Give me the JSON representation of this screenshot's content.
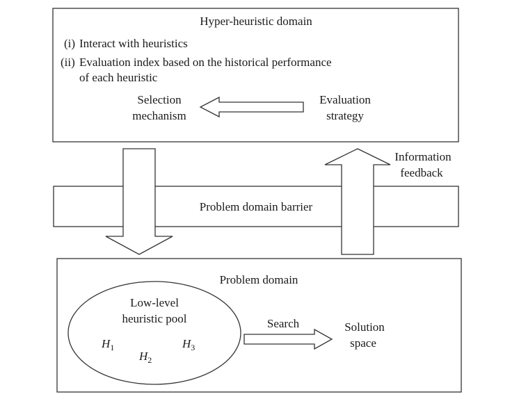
{
  "hyper_domain": {
    "title": "Hyper-heuristic domain",
    "item_1_marker": "(i)",
    "item_1_text": "Interact with heuristics",
    "item_2_marker": "(ii)",
    "item_2_text_line1": "Evaluation index based on the historical performance",
    "item_2_text_line2": "of each heuristic",
    "selection_line1": "Selection",
    "selection_line2": "mechanism",
    "evaluation_line1": "Evaluation",
    "evaluation_line2": "strategy"
  },
  "barrier": {
    "label": "Problem domain barrier"
  },
  "feedback": {
    "line1": "Information",
    "line2": "feedback"
  },
  "problem_domain": {
    "title": "Problem domain",
    "pool_line1": "Low-level",
    "pool_line2": "heuristic pool",
    "h1": "H",
    "h1_sub": "1",
    "h2": "H",
    "h2_sub": "2",
    "h3": "H",
    "h3_sub": "3",
    "search_label": "Search",
    "solution_line1": "Solution",
    "solution_line2": "space"
  }
}
